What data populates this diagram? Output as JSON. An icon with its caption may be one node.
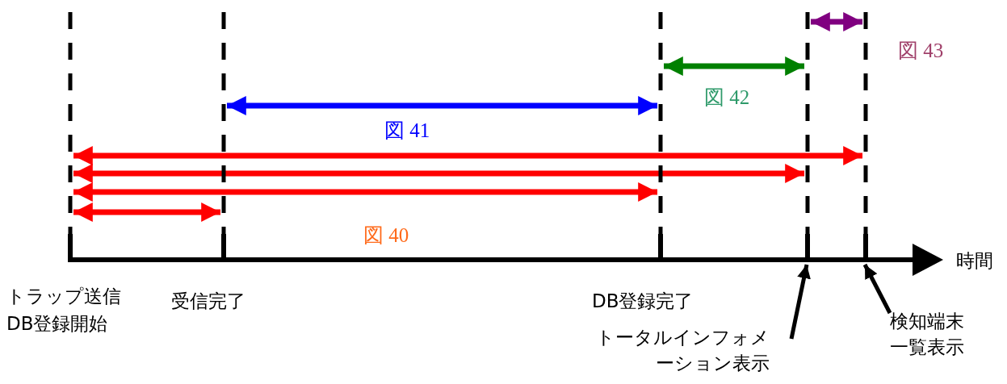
{
  "diagram": {
    "nodes": [
      {
        "text": [],
        "shape": "line",
        "beside": [
          "トラップ送信",
          "DB登録開始"
        ]
      },
      {
        "text": [],
        "shape": "line",
        "beside": [
          "受信完了"
        ]
      },
      {
        "text": [],
        "shape": "line",
        "beside": [
          "DB登録完了"
        ]
      },
      {
        "text": [],
        "shape": "line"
      },
      {
        "text": [],
        "shape": "line"
      },
      {
        "text": [
          "トータルインフォメーション表示"
        ]
      },
      {
        "text": [
          "検知端末一覧表示"
        ]
      }
    ],
    "edges": [
      {
        "from": 3,
        "to": 4,
        "arrow": "both",
        "color": "#800080"
      },
      {
        "from": 2,
        "to": 3,
        "arrow": "both",
        "color": "#008000"
      },
      {
        "from": 1,
        "to": 2,
        "arrow": "both",
        "color": "#0000ff"
      },
      {
        "from": 0,
        "to": 4,
        "arrow": "both"
      },
      {
        "from": 0,
        "to": 3,
        "arrow": "both"
      },
      {
        "from": 0,
        "to": 2,
        "arrow": "both"
      },
      {
        "from": 0,
        "to": 1,
        "arrow": "both"
      },
      {
        "from": 5,
        "to": 3,
        "arrow": "to",
        "color": "#000000"
      },
      {
        "from": 6,
        "to": 4,
        "arrow": "to",
        "color": "#000000"
      }
    ],
    "labels": [
      "図 43",
      "図 42",
      "図 41",
      "図 40",
      "時間"
    ]
  }
}
